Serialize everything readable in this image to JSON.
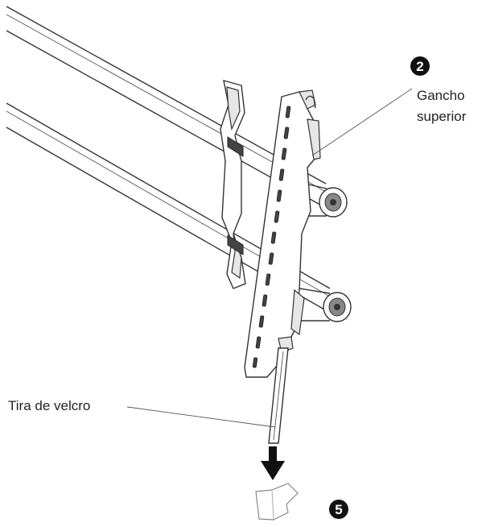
{
  "callouts": {
    "upper_hook": {
      "number": "2",
      "line1": "Gancho",
      "line2": "superior"
    },
    "velcro": {
      "label": "Tira de velcro"
    },
    "step5": {
      "number": "5"
    }
  }
}
